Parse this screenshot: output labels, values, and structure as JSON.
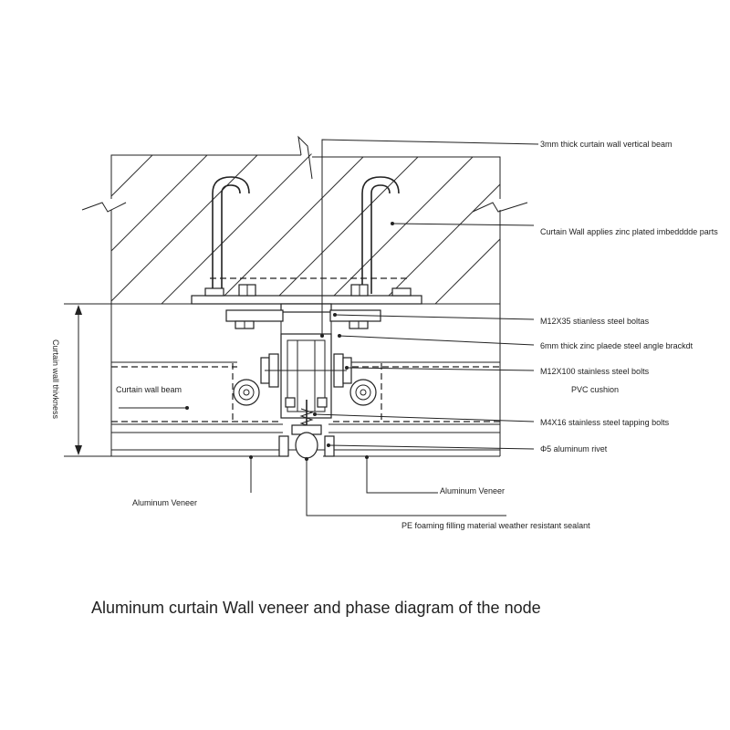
{
  "caption": "Aluminum curtain Wall veneer and phase diagram of the node",
  "labels": {
    "vertical_beam": "3mm thick curtain wall vertical beam",
    "embedded_parts": "Curtain Wall applies zinc plated imbedddde parts",
    "m12x35": "M12X35 stianless steel boltas",
    "angle_bracket": "6mm thick zinc plaede steel angle brackdt",
    "m12x100": "M12X100 stainless steel bolts",
    "pvc": "PVC cushion",
    "m4x16": "M4X16 stainless steel tapping bolts",
    "rivet": "Φ5 aluminum rivet",
    "veneer_left": "Aluminum Veneer",
    "veneer_right": "Aluminum Veneer",
    "sealant": "PE foaming filling material weather resistant sealant",
    "beam": "Curtain wall beam",
    "thickness": "Curtain wall thivkness"
  },
  "colors": {
    "line": "#222222",
    "background": "#ffffff"
  }
}
